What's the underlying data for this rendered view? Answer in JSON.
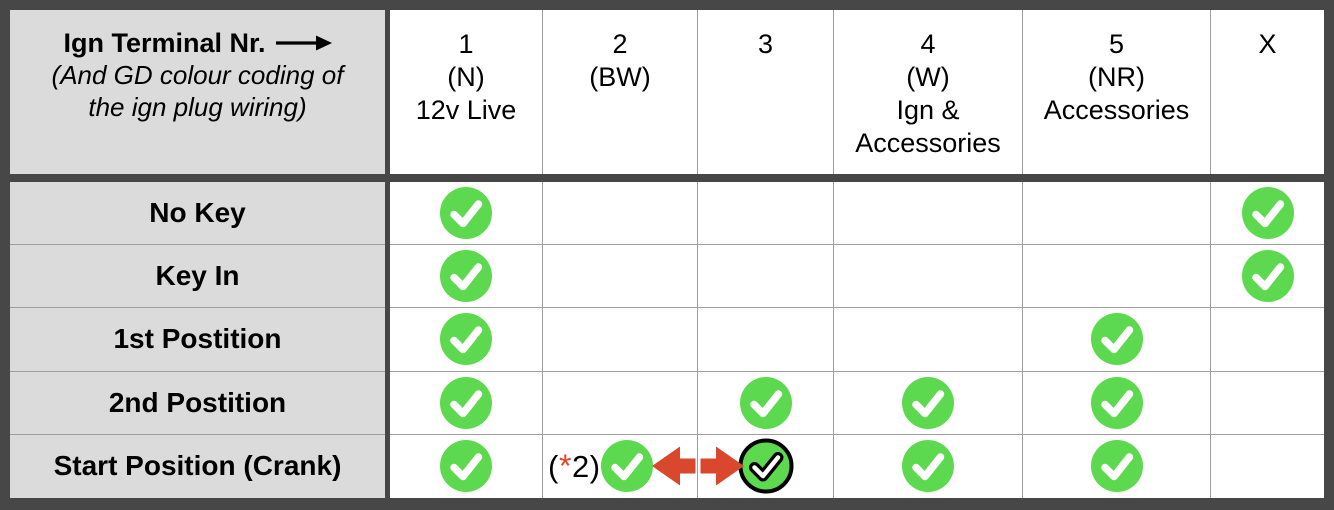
{
  "chart_data": {
    "type": "table",
    "corner": {
      "title": "Ign Terminal Nr.",
      "arrow_icon": "right-arrow",
      "subtitle": [
        "(And GD colour coding of",
        "the ign plug wiring)"
      ]
    },
    "columns": [
      {
        "lines": [
          "1",
          "(N)",
          "12v Live"
        ]
      },
      {
        "lines": [
          "2",
          "(BW)"
        ]
      },
      {
        "lines": [
          "3"
        ]
      },
      {
        "lines": [
          "4",
          "(W)",
          "Ign &",
          "Accessories"
        ]
      },
      {
        "lines": [
          "5",
          "(NR)",
          "Accessories"
        ]
      },
      {
        "lines": [
          "X"
        ]
      }
    ],
    "rows": [
      {
        "label": "No Key",
        "checks": [
          1,
          0,
          0,
          0,
          0,
          1
        ]
      },
      {
        "label": "Key In",
        "checks": [
          1,
          0,
          0,
          0,
          0,
          1
        ]
      },
      {
        "label": "1st Postition",
        "checks": [
          1,
          0,
          0,
          0,
          1,
          0
        ]
      },
      {
        "label": "2nd Postition",
        "checks": [
          1,
          0,
          1,
          1,
          1,
          0
        ]
      },
      {
        "label": "Start Position (Crank)",
        "checks": [
          1,
          2,
          3,
          1,
          1,
          0
        ]
      }
    ],
    "check_codes": {
      "0": "empty",
      "1": "green-check",
      "2": "footnote-plus-green-check",
      "3": "outlined-green-check-linked-by-red-arrow"
    },
    "footnote": {
      "prefix": "(",
      "star": "*",
      "suffix": "2)"
    }
  },
  "colors": {
    "check_green": "#5cd94e",
    "arrow_red": "#d9472c",
    "star_red": "#e8432a",
    "border_dark": "#474747",
    "grid_line": "#9e9e9e",
    "header_bg": "#dbdbdb"
  }
}
